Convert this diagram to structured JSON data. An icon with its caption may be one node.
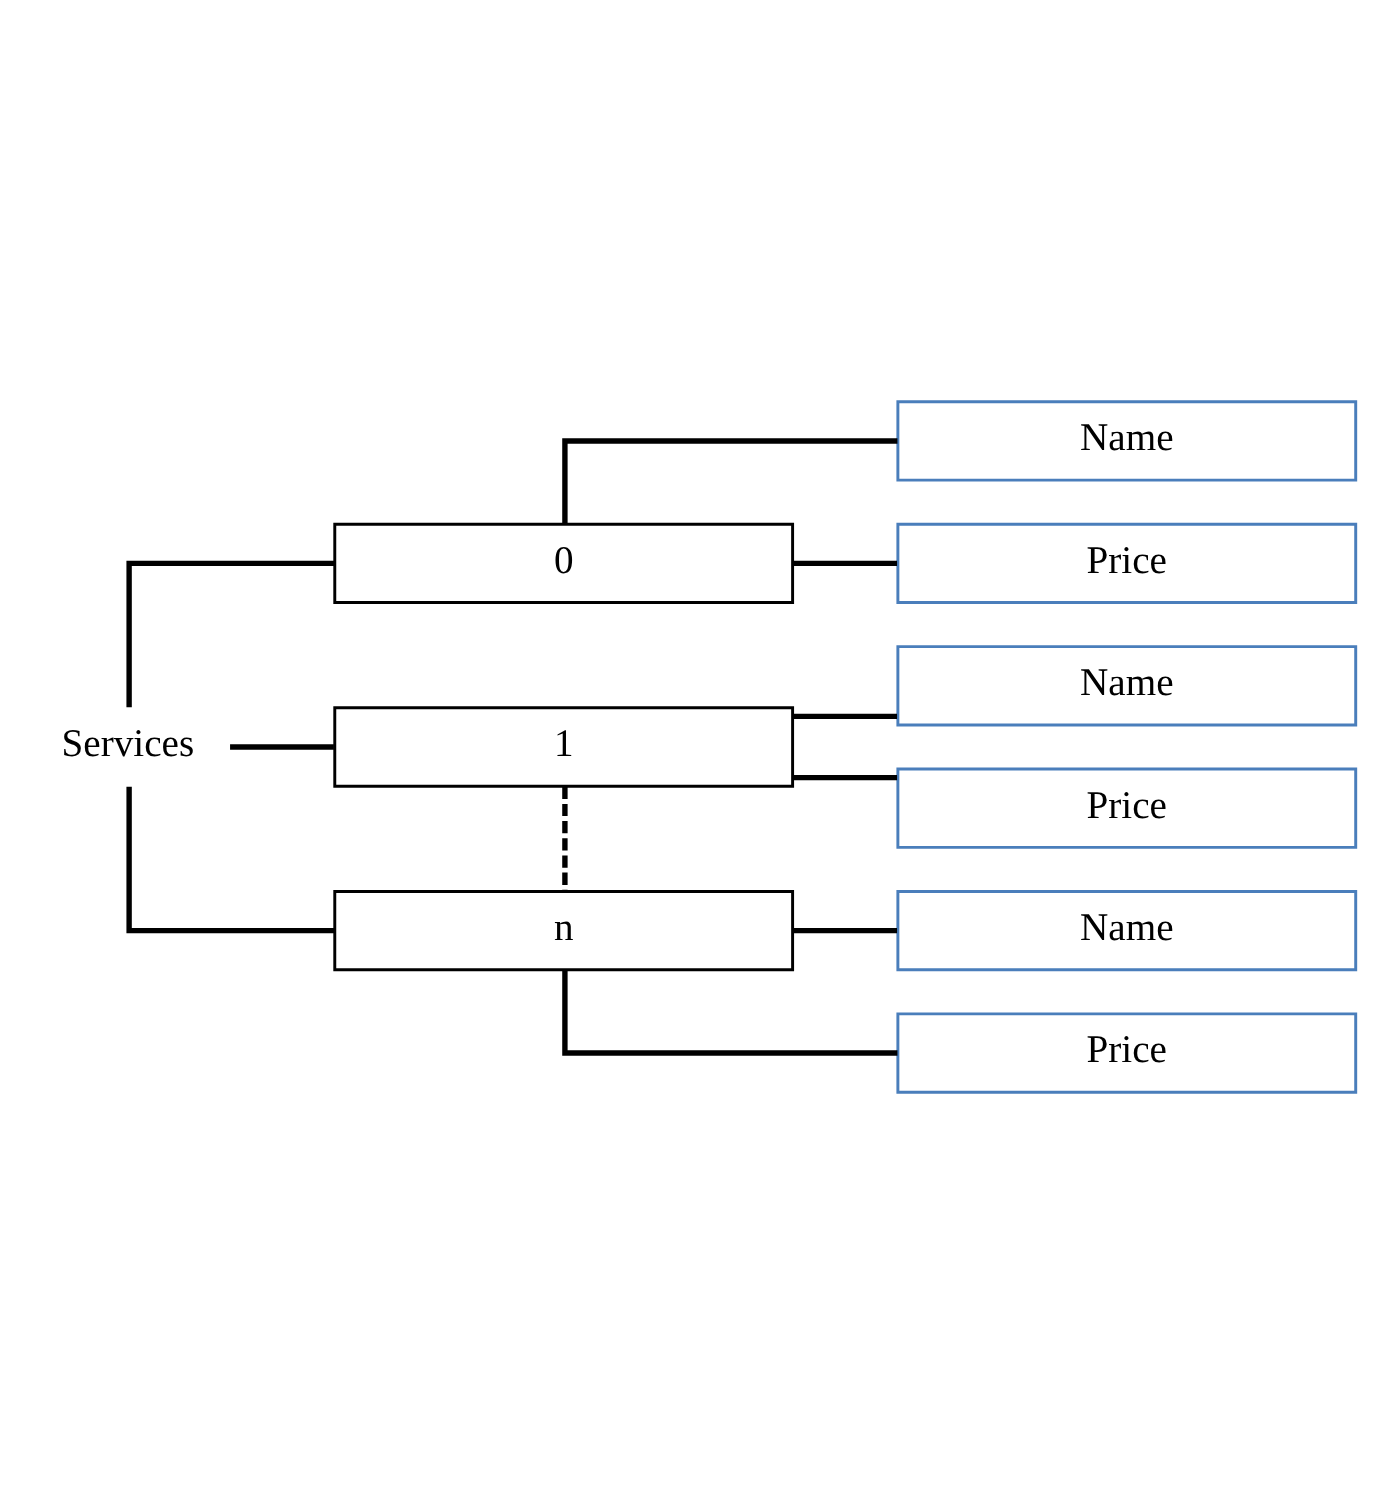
{
  "diagram": {
    "nodes": [
      {
        "text": [
          "Services"
        ]
      },
      {
        "text": [
          "0"
        ]
      },
      {
        "text": [
          "Name"
        ]
      },
      {
        "text": [
          "Price"
        ]
      },
      {
        "text": [
          "1"
        ]
      },
      {
        "text": [
          "Name"
        ]
      },
      {
        "text": [
          "Price"
        ]
      },
      {
        "text": [
          "n"
        ]
      },
      {
        "text": [
          "Name"
        ]
      },
      {
        "text": [
          "Price"
        ]
      }
    ],
    "edges": [
      {
        "from": 0,
        "to": 1,
        "arrow": "none"
      },
      {
        "from": 1,
        "to": 2,
        "arrow": "none"
      },
      {
        "from": 1,
        "to": 3,
        "arrow": "none"
      },
      {
        "from": 0,
        "to": 4,
        "arrow": "none"
      },
      {
        "from": 4,
        "to": 5,
        "arrow": "none"
      },
      {
        "from": 4,
        "to": 6,
        "arrow": "none"
      },
      {
        "from": 4,
        "to": 7,
        "arrow": "none",
        "style": "dashed"
      },
      {
        "from": 0,
        "to": 7,
        "arrow": "none"
      },
      {
        "from": 7,
        "to": 8,
        "arrow": "none"
      },
      {
        "from": 7,
        "to": 9,
        "arrow": "none"
      }
    ]
  }
}
